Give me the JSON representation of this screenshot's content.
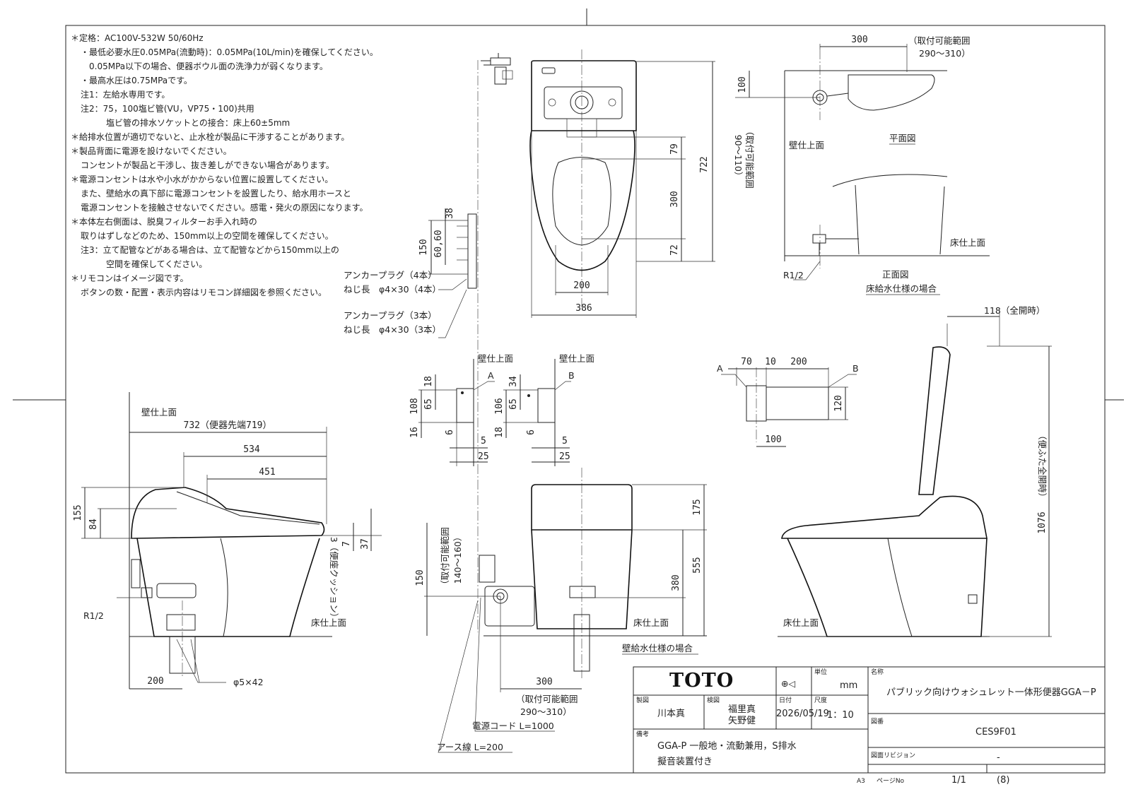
{
  "notes": [
    "＊定格：AC100V-532W 50/60Hz",
    "・最低必要水圧0.05MPa(流動時)：0.05MPa(10L/min)を確保してください。",
    "0.05MPa以下の場合、便器ボウル面の洗浄力が弱くなります。",
    "・最高水圧は0.75MPaです。",
    "注1：左給水専用です。",
    "注2：75，100塩ビ管(VU，VP75・100)共用",
    "塩ビ管の排水ソケットとの接合：床上60±5mm",
    "＊給排水位置が適切でないと、止水栓が製品に干渉することがあります。",
    "＊製品背面に電源を設けないでください。",
    "コンセントが製品と干渉し、抜き差しができない場合があります。",
    "＊電源コンセントは水や小水がかからない位置に設置してください。",
    "また、壁給水の真下部に電源コンセントを設置したり、給水用ホースと",
    "電源コンセントを接触させないでください。感電・発火の原因になります。",
    "＊本体左右側面は、脱臭フィルターお手入れ時の",
    "取りはずしなどのため、150mm以上の空間を確保してください。",
    "注3：立て配管などがある場合は、立て配管などから150mm以上の",
    "空間を確保してください。",
    "＊リモコンはイメージ図です。",
    "ボタンの数・配置・表示内容はリモコン詳細図を参照ください。"
  ],
  "labels": {
    "anchor4": "アンカープラグ（4本）",
    "screw4": "ねじ長　φ4×30（4本）",
    "anchor3": "アンカープラグ（3本）",
    "screw3": "ねじ長　φ4×30（3本）",
    "wall_surface": "壁仕上面",
    "floor_surface": "床仕上面",
    "plan_view": "平面図",
    "front_view": "正面図",
    "floor_supply_case": "床給水仕様の場合",
    "wall_supply_case": "壁給水仕様の場合",
    "r12": "R1/2",
    "mount_range_v": "（取付可能範囲",
    "mount_range_v2": "90～110）",
    "mount_range_h": "（取付可能範囲",
    "mount_range_h2": "290～310）",
    "mount_range_150": "（取付可能範囲",
    "mount_range_150b": "140～160）",
    "full_open": "118（全開時）",
    "when_open": "（便ふた全開時）",
    "seat_cushion": "3（便座クッション）",
    "phi542": "φ5×42",
    "power_cord": "電源コード L=1000",
    "earth_wire": "アース線 L=200",
    "bowl_tip": "732（便器先端719）",
    "label_a": "A",
    "label_b": "B"
  },
  "dims": {
    "d300": "300",
    "d100": "100",
    "d79": "79",
    "d722": "722",
    "d300b": "300",
    "d72": "72",
    "d200": "200",
    "d386": "386",
    "d38": "38",
    "d150": "150",
    "d6060": "60,60",
    "d534": "534",
    "d451": "451",
    "d155": "155",
    "d84": "84",
    "d7": "7",
    "d37": "37",
    "d18": "18",
    "d108": "108",
    "d65": "65",
    "d16": "16",
    "d6": "6",
    "d5": "5",
    "d25": "25",
    "d34": "34",
    "d106": "106",
    "d65b": "65",
    "d18b": "18",
    "d6b": "6",
    "d5b": "5",
    "d25b": "25",
    "d70": "70",
    "d10": "10",
    "d200b": "200",
    "d120": "120",
    "d100b": "100",
    "d175": "175",
    "d555": "555",
    "d380": "380",
    "d150b": "150",
    "d1076": "1076",
    "d200c": "200",
    "d300c": "300"
  },
  "title_block": {
    "logo": "TOTO",
    "unit_label": "単位",
    "unit": "mm",
    "name_label": "名称",
    "name": "パブリック向けウォシュレット一体形便器GGA－P",
    "drawn_label": "製図",
    "drawn": "川本真",
    "checked_label": "検図",
    "checked1": "福里真",
    "checked2": "矢野健",
    "date_label": "日付",
    "date": "2026/05/19",
    "scale_label": "尺度",
    "scale": "1：10",
    "drawing_no_label": "図番",
    "drawing_no": "CES9F01",
    "remarks_label": "備考",
    "remark1": "GGA-P 一般地・流動兼用，S排水",
    "remark2": "擬音装置付き",
    "revision_label": "図面リビジョン",
    "revision": "-",
    "paper": "A3",
    "page_label": "ページNo",
    "page_value": "1/1",
    "sheet_mark": "(8)"
  }
}
